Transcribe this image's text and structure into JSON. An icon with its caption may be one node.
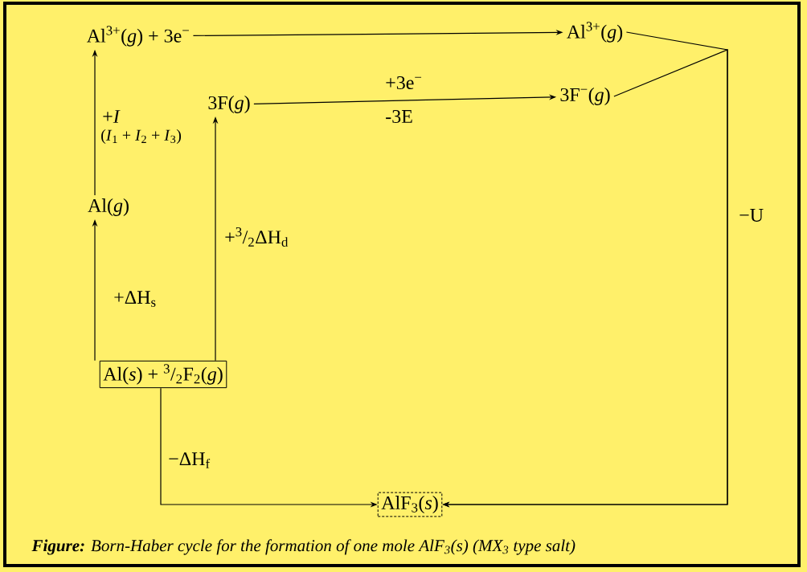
{
  "diagram": {
    "caption": "**Figure:** Born-Haber cycle for the formation of one mole AlF$_{3}$(s) (MX$_{3}$ type salt)",
    "nodes": [
      {
        "text": [
          "Al$^{3+}$(*g*) + 3e$^{−}$"
        ]
      },
      {
        "text": [
          "Al$^{3+}$(*g*)"
        ]
      },
      {
        "text": [
          "3F(*g*)"
        ]
      },
      {
        "text": [
          "3F$^{−}$(*g*)"
        ]
      },
      {
        "text": [
          "Al(*g*)"
        ]
      },
      {
        "text": [
          "Al(*s*)  + $^{3}$/$_{2}$F$_{2}$(*g*)"
        ]
      },
      {
        "text": [
          "AlF$_{3}$(*s*)"
        ]
      }
    ],
    "edges": [
      {
        "from": 4,
        "to": 0,
        "arrow": "to",
        "label": "+*I*"
      },
      {
        "from": 0,
        "to": 1,
        "arrow": "to"
      },
      {
        "from": 2,
        "to": 3,
        "arrow": "to",
        "label": "+3e$^{−}$"
      },
      {
        "from": 5,
        "to": 4,
        "arrow": "to",
        "label": "+ΔH$_{s}$"
      },
      {
        "from": 5,
        "to": 2,
        "arrow": "to",
        "label": "+$^{3}$/$_{2}$ΔH$_{d}$"
      },
      {
        "from": 5,
        "to": 6,
        "arrow": "to",
        "label": "−ΔH$_{f}$"
      },
      {
        "from": 1,
        "to": 6,
        "arrow": "to",
        "label": "−U"
      },
      {
        "from": 3,
        "to": 6,
        "arrow": "to"
      }
    ],
    "labels": [
      "(*I*$_{1}$ + *I*$_{2}$ + *I*$_{3}$)",
      "-3E"
    ]
  }
}
